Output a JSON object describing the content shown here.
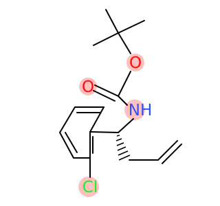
{
  "molecule": {
    "atoms": {
      "carbonyl_oxygen": {
        "label": "O",
        "color": "#ff0d0d"
      },
      "ester_oxygen": {
        "label": "O",
        "color": "#ff0d0d"
      },
      "amine_nitrogen": {
        "label": "NH",
        "color": "#3050f8"
      },
      "chlorine": {
        "label": "Cl",
        "color": "#1ff01f"
      }
    },
    "bond_color": "#000000"
  }
}
